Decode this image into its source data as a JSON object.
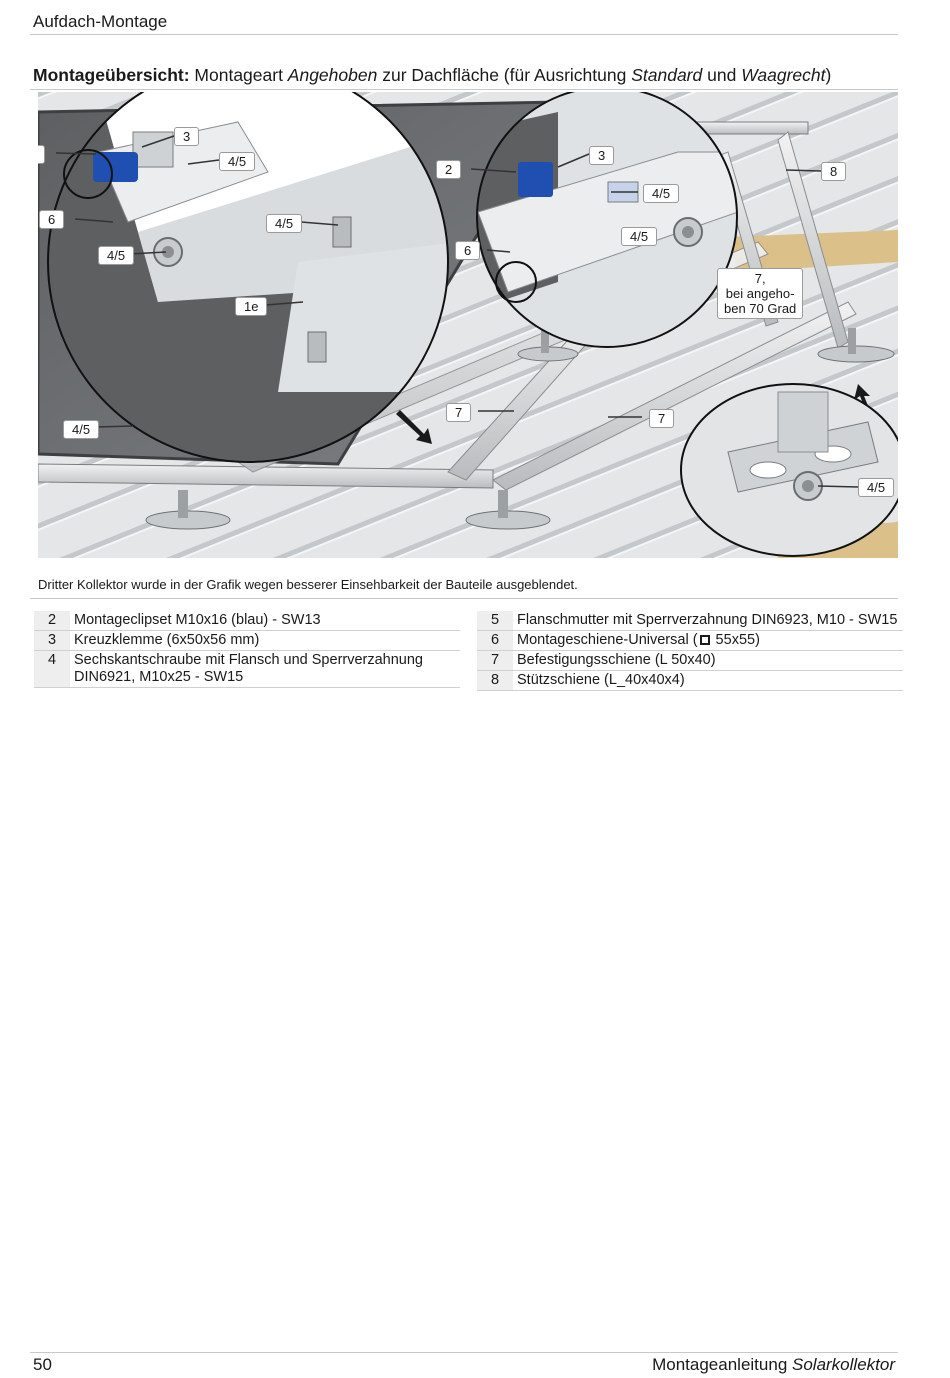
{
  "header": {
    "title": "Aufdach-Montage"
  },
  "section": {
    "bold": "Montageübersicht:",
    "t1": " Montageart ",
    "i1": "Angehoben",
    "t2": " zur Dachfläche (für Ausrichtung ",
    "i2": "Standard",
    "t3": " und ",
    "i3": "Waagrecht",
    "t4": ")"
  },
  "callouts": {
    "c2a": "2",
    "c3a": "3",
    "c45a": "4/5",
    "c6a": "6",
    "c45b": "4/5",
    "c45c": "4/5",
    "c1e": "1e",
    "c2b": "2",
    "c3b": "3",
    "c45d": "4/5",
    "c45e": "4/5",
    "c6b": "6",
    "c8": "8",
    "c7x_l1": "7,",
    "c7x_l2": "bei angeho-",
    "c7x_l3": "ben 70 Grad",
    "c45f": "4/5",
    "c7a": "7",
    "c7b": "7",
    "c45g": "4/5"
  },
  "note": "Dritter Kollektor wurde in der Grafik wegen besserer Einsehbarkeit der Bauteile ausgeblendet.",
  "parts_left": [
    {
      "num": "2",
      "text": "Montageclipset M10x16 (blau) - SW13"
    },
    {
      "num": "3",
      "text": "Kreuzklemme (6x50x56 mm)"
    },
    {
      "num": "4",
      "text": "Sechskantschraube mit Flansch und Sperrverzahnung DIN6921, M10x25 - SW15"
    }
  ],
  "parts_right": [
    {
      "num": "5",
      "text": "Flanschmutter mit Sperrverzahnung DIN6923, M10 - SW15"
    },
    {
      "num": "6",
      "pre": "Montageschiene-Universal (",
      "post": " 55x55)"
    },
    {
      "num": "7",
      "text": "Befestigungsschiene (L 50x40)"
    },
    {
      "num": "8",
      "text": "Stützschiene (L_40x40x4)"
    }
  ],
  "footer": {
    "page": "50",
    "doc_pre": "Montageanleitung ",
    "doc_italic": "Solarkollektor"
  },
  "colors": {
    "clip_blue": "#1f4fb0",
    "wood": "#dcc08a",
    "roof": "#cfd2d4"
  },
  "icons": {
    "square": "square-outline-icon",
    "arrow": "arrow-icon"
  }
}
